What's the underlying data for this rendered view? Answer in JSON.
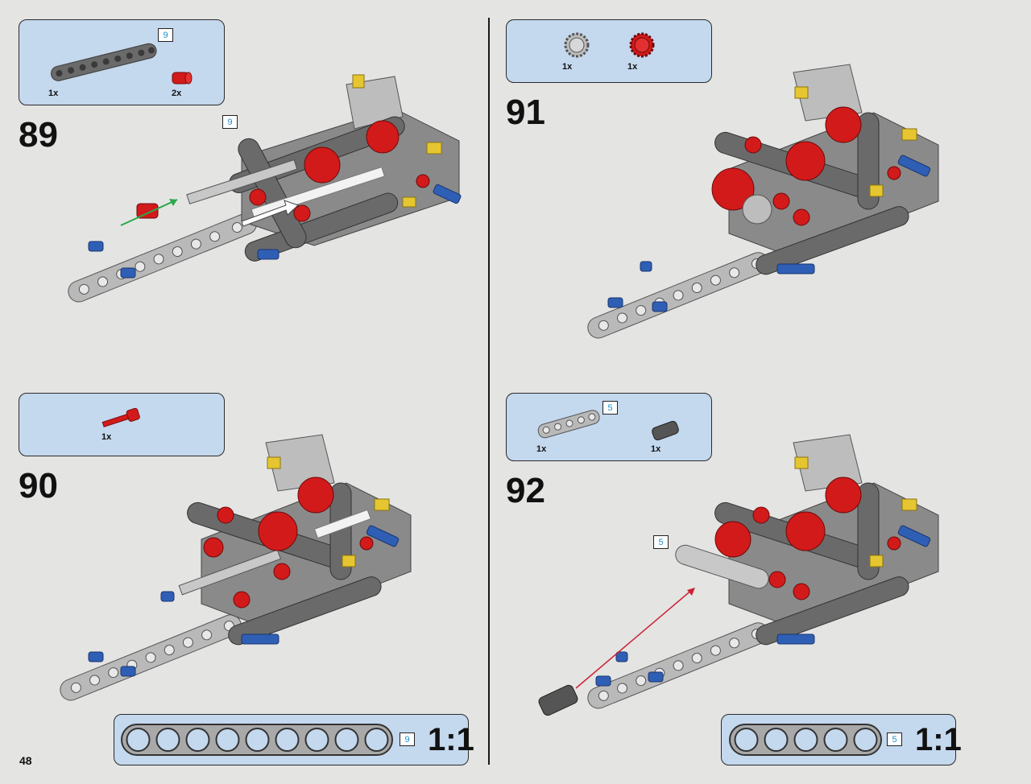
{
  "page_number": "48",
  "steps": [
    {
      "number": "89",
      "parts": [
        {
          "qty": "1x",
          "length": "9"
        },
        {
          "qty": "2x"
        }
      ],
      "model_length_label": "9"
    },
    {
      "number": "90",
      "parts": [
        {
          "qty": "1x"
        }
      ]
    },
    {
      "number": "91",
      "parts": [
        {
          "qty": "1x"
        },
        {
          "qty": "1x"
        }
      ]
    },
    {
      "number": "92",
      "parts": [
        {
          "qty": "1x",
          "length": "5"
        },
        {
          "qty": "1x"
        }
      ],
      "model_length_label": "5"
    }
  ],
  "scale_bars": [
    {
      "length": "9",
      "label": "1:1",
      "holes": 9
    },
    {
      "length": "5",
      "label": "1:1",
      "holes": 5
    }
  ],
  "colors": {
    "background": "#e4e4e3",
    "callout": "#c4d8ee",
    "beam_dark": "#6a6a6a",
    "beam_light": "#b9b9b9",
    "red": "#d21a1a",
    "blue": "#2f5fb5",
    "yellow": "#e6c630",
    "arrow_green": "#2aa84a",
    "arrow_red": "#cc2233"
  }
}
